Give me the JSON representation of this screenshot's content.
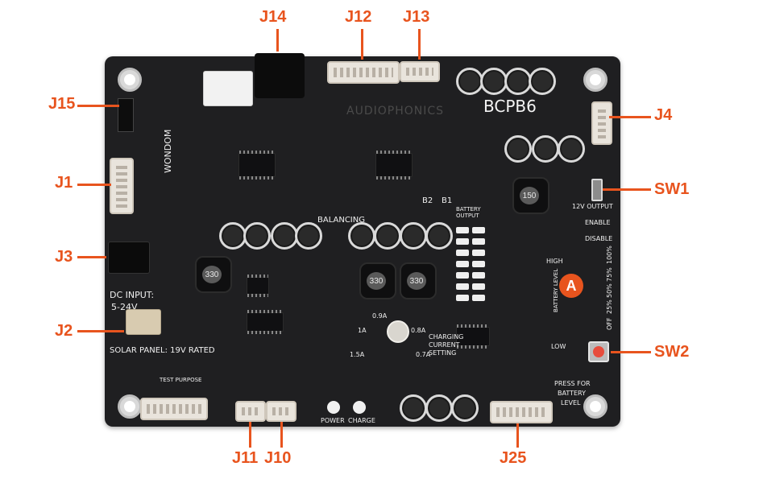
{
  "callouts": {
    "j14": "J14",
    "j12": "J12",
    "j13": "J13",
    "j15": "J15",
    "j4": "J4",
    "j1": "J1",
    "sw1": "SW1",
    "j3": "J3",
    "j2": "J2",
    "sw2": "SW2",
    "j11": "J11",
    "j10": "J10",
    "j25": "J25",
    "a_badge": "A"
  },
  "board": {
    "title": "BCPB6",
    "brand": "AUDIOPHONICS",
    "logo_text": "WONDOM",
    "dc_input": "DC INPUT:",
    "dc_range": "5-24V",
    "solar": "SOLAR PANEL: 19V RATED",
    "balancing": "BALANCING",
    "battery_output": "BATTERY OUTPUT",
    "charging": "CHARGING CURRENT SETTING",
    "current_values": [
      "0.9A",
      "1A",
      "0.8A",
      "1.5A",
      "0.7A"
    ],
    "output_12v": "12V OUTPUT",
    "enable": "ENABLE",
    "disable": "DISABLE",
    "high": "HIGH",
    "low": "LOW",
    "battery_level": "BATTERY LEVEL",
    "levels": [
      "100%",
      "75%",
      "50%",
      "25%",
      "OFF"
    ],
    "press_for": "PRESS FOR",
    "battery": "BATTERY",
    "level": "LEVEL",
    "power": "POWER",
    "charge": "CHARGE",
    "test_purpose": "TEST PURPOSE",
    "inductor_labels": [
      "330",
      "330",
      "330",
      "150"
    ],
    "b_labels": [
      "B2",
      "B1"
    ]
  }
}
